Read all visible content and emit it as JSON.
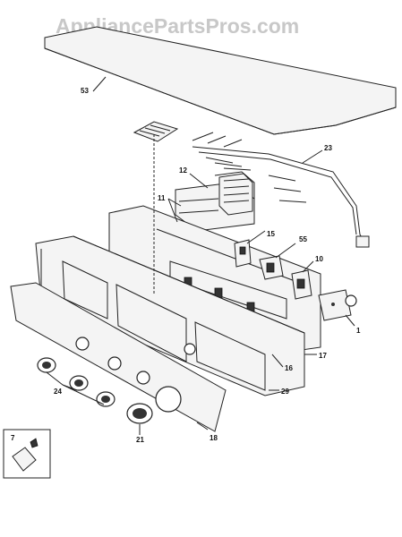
{
  "watermark": "AppliancePartsPros.com",
  "callouts": {
    "c53": "53",
    "c12": "12",
    "c11": "11",
    "c23": "23",
    "c15": "15",
    "c55": "55",
    "c10": "10",
    "c1": "1",
    "c16": "16",
    "c17": "17",
    "c29": "29",
    "c18": "18",
    "c24": "24",
    "c21": "21",
    "c7": "7"
  }
}
